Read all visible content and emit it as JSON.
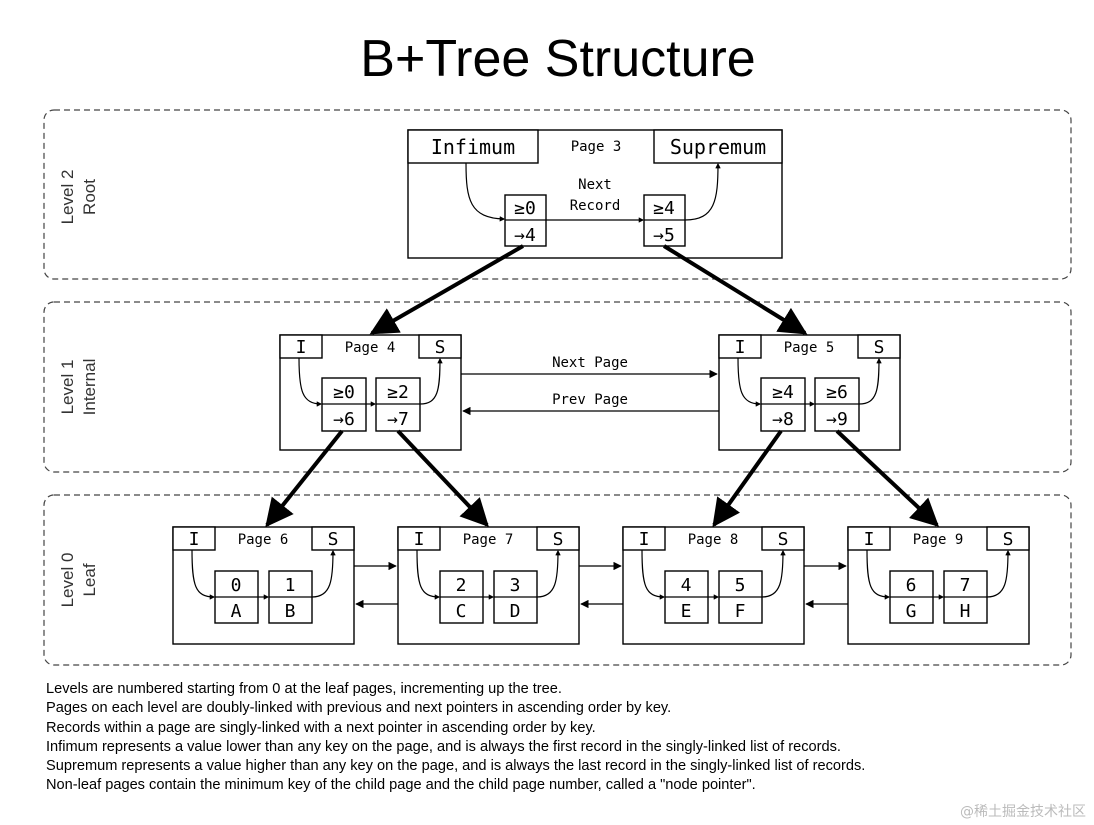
{
  "title": "B+Tree Structure",
  "levels": {
    "root": [
      "Level 2",
      "Root"
    ],
    "internal": [
      "Level 1",
      "Internal"
    ],
    "leaf": [
      "Level 0",
      "Leaf"
    ]
  },
  "root_page": {
    "infimum": "Infimum",
    "page": "Page 3",
    "supremum": "Supremum",
    "next_record": [
      "Next",
      "Record"
    ],
    "records": [
      {
        "key": "≥0",
        "ptr": "→4"
      },
      {
        "key": "≥4",
        "ptr": "→5"
      }
    ]
  },
  "internal_pages": [
    {
      "infimum": "I",
      "page": "Page 4",
      "supremum": "S",
      "records": [
        {
          "key": "≥0",
          "ptr": "→6"
        },
        {
          "key": "≥2",
          "ptr": "→7"
        }
      ]
    },
    {
      "infimum": "I",
      "page": "Page 5",
      "supremum": "S",
      "records": [
        {
          "key": "≥4",
          "ptr": "→8"
        },
        {
          "key": "≥6",
          "ptr": "→9"
        }
      ]
    }
  ],
  "sibling_links": {
    "next": "Next Page",
    "prev": "Prev Page"
  },
  "leaf_pages": [
    {
      "infimum": "I",
      "page": "Page 6",
      "supremum": "S",
      "records": [
        {
          "key": "0",
          "val": "A"
        },
        {
          "key": "1",
          "val": "B"
        }
      ]
    },
    {
      "infimum": "I",
      "page": "Page 7",
      "supremum": "S",
      "records": [
        {
          "key": "2",
          "val": "C"
        },
        {
          "key": "3",
          "val": "D"
        }
      ]
    },
    {
      "infimum": "I",
      "page": "Page 8",
      "supremum": "S",
      "records": [
        {
          "key": "4",
          "val": "E"
        },
        {
          "key": "5",
          "val": "F"
        }
      ]
    },
    {
      "infimum": "I",
      "page": "Page 9",
      "supremum": "S",
      "records": [
        {
          "key": "6",
          "val": "G"
        },
        {
          "key": "7",
          "val": "H"
        }
      ]
    }
  ],
  "notes": [
    "Levels are numbered starting from 0 at the leaf pages, incrementing up the tree.",
    "Pages on each level are doubly-linked with previous and next pointers in ascending order by key.",
    "Records within a page are singly-linked with a next pointer in ascending order by key.",
    "Infimum represents a value lower than any key on the page, and is always the first record in the singly-linked list of records.",
    "Supremum represents a value higher than any key on the page, and is always the last record in the singly-linked list of records.",
    "Non-leaf pages contain the minimum key of the child page and the child page number, called a \"node pointer\"."
  ],
  "watermark": "@稀土掘金技术社区"
}
